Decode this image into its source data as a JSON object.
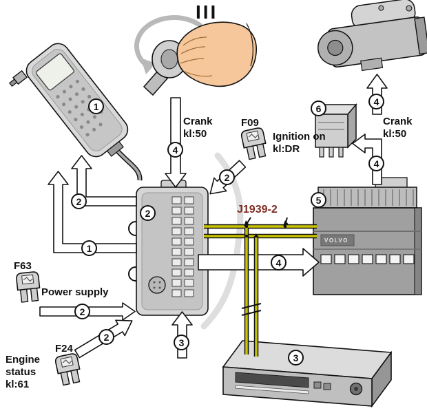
{
  "labels": {
    "key_position": "III",
    "crank_left_1": "Crank",
    "crank_left_2": "kl:50",
    "fuse_f09": "F09",
    "ignition_1": "Ignition on",
    "ignition_2": "kl:DR",
    "crank_right_1": "Crank",
    "crank_right_2": "kl:50",
    "bus": "J1939-2",
    "fuse_f63": "F63",
    "power_supply": "Power supply",
    "fuse_f24": "F24",
    "engine_status_1": "Engine",
    "engine_status_2": "status",
    "engine_status_3": "kl:61",
    "brand": "VOLVO"
  },
  "badges": {
    "handset": "1",
    "arrow_to_handset_low": "1",
    "arrow_to_handset_up": "2",
    "arrow_ignition": "2",
    "ecu": "2",
    "arrow_power_supply": "2",
    "arrow_engine_status": "2",
    "arrow_tachograph": "3",
    "tachograph": "3",
    "arrow_crank": "4",
    "arrow_ecu_to_ems": "4",
    "arrow_relay_to_starter": "4",
    "arrow_ems_to_relay": "4",
    "ems": "5",
    "relay": "6"
  },
  "colors": {
    "wire": "#c9c400",
    "bus_label": "#7d2b22"
  }
}
